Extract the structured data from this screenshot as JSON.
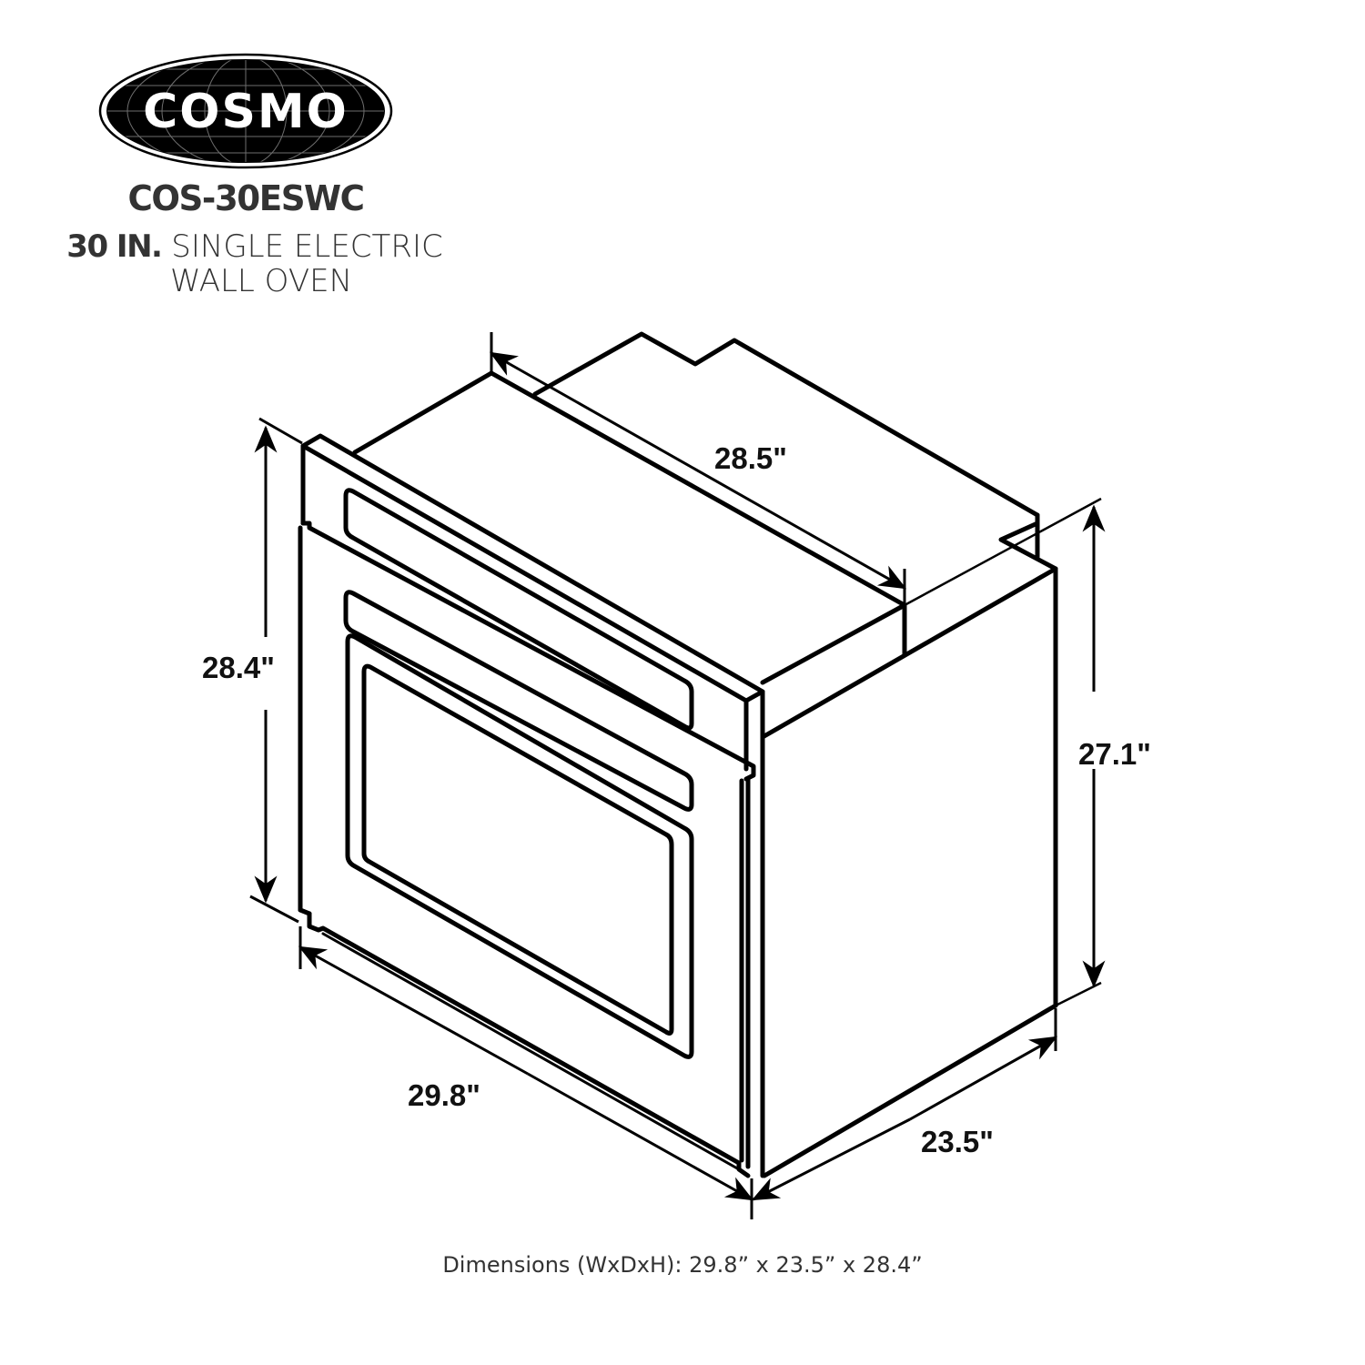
{
  "brand": {
    "logo_text": "COSMO",
    "logo_colors": {
      "background": "#000000",
      "text": "#ffffff",
      "grid": "#777777"
    }
  },
  "product": {
    "model": "COS-30ESWC",
    "size_label": "30 IN.",
    "description_line1": "SINGLE ELECTRIC",
    "description_line2": "WALL OVEN"
  },
  "dimensions": {
    "overall_height": "28.4\"",
    "overall_width": "29.8\"",
    "body_depth_top": "28.5\"",
    "body_height_side": "27.1\"",
    "body_depth_side": "23.5\""
  },
  "footer": {
    "text": "Dimensions (WxDxH): 29.8” x 23.5” x 28.4”"
  },
  "colors": {
    "line": "#000000",
    "text": "#333333",
    "background": "#ffffff"
  }
}
